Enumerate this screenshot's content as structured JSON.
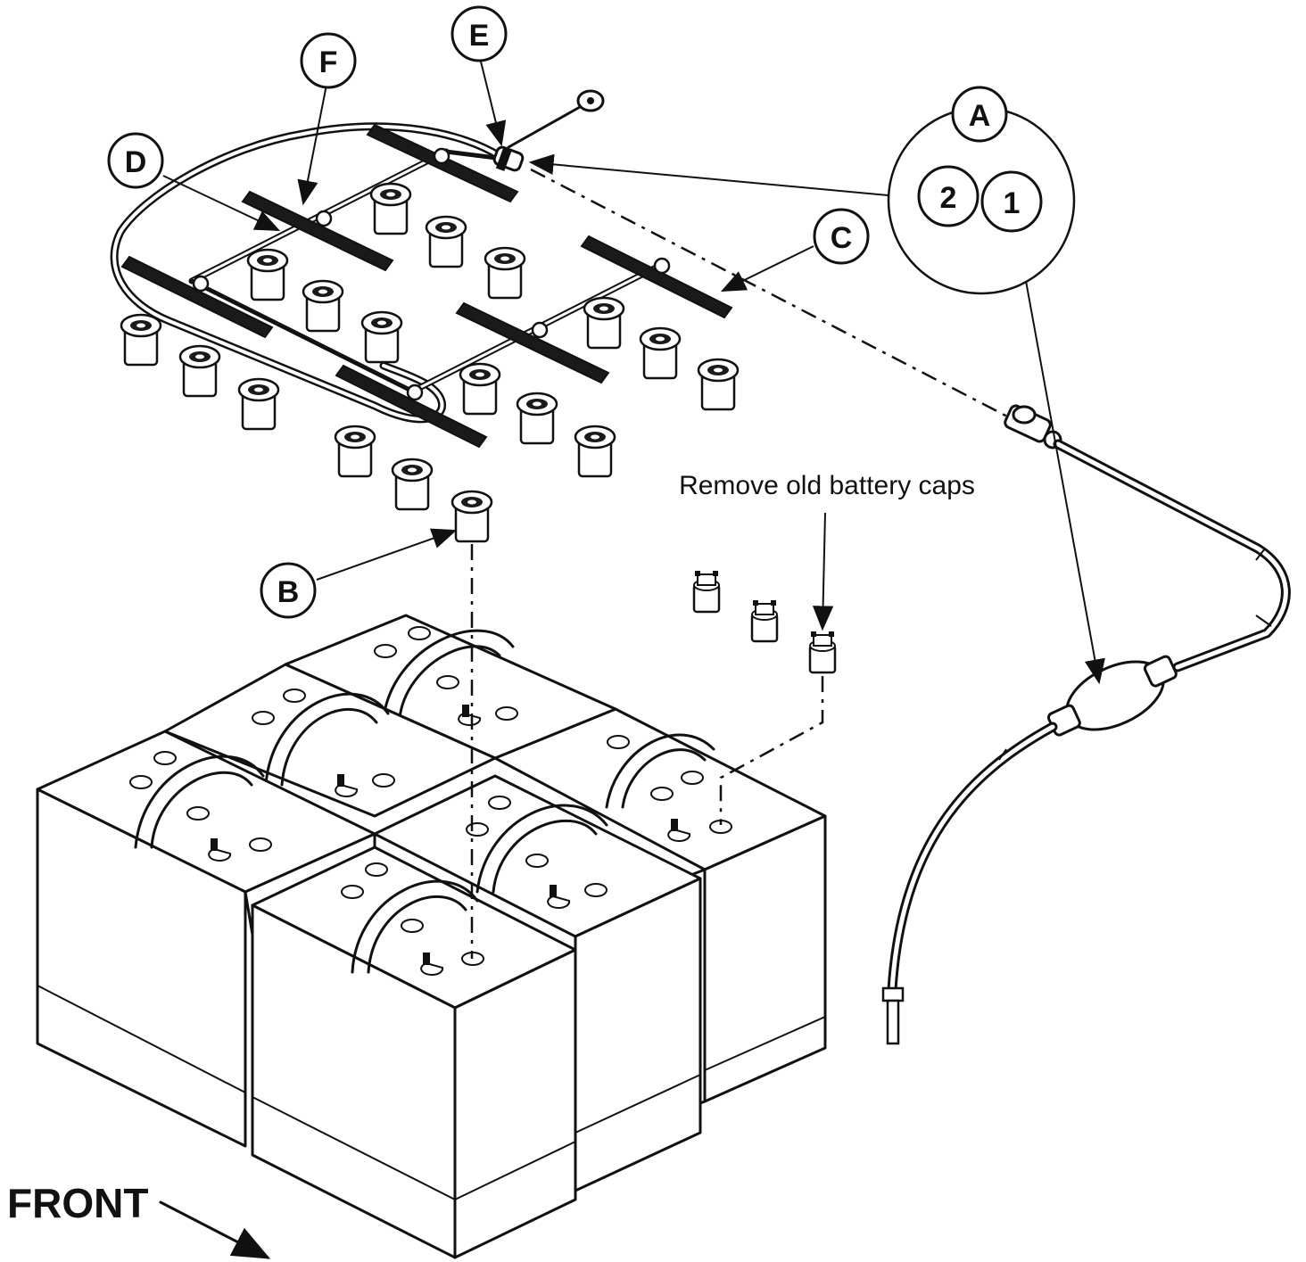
{
  "callouts": {
    "a": "A",
    "a1": "1",
    "a2": "2",
    "b": "B",
    "c": "C",
    "d": "D",
    "e": "E",
    "f": "F"
  },
  "annotations": {
    "remove_caps": "Remove old battery caps",
    "front": "FRONT"
  }
}
